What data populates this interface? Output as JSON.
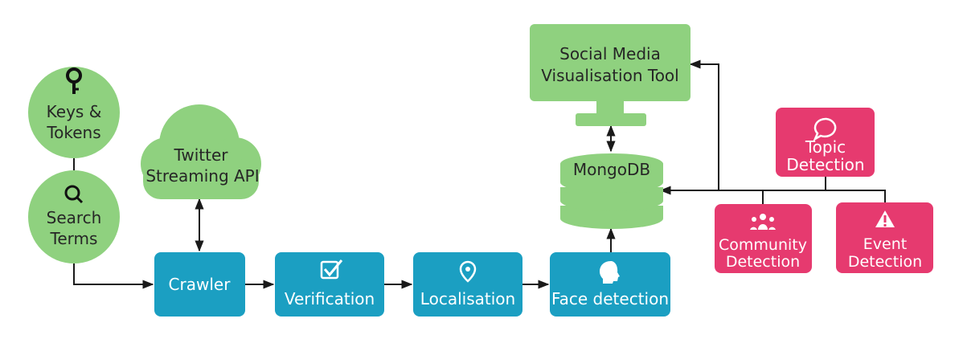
{
  "nodes": {
    "keys": {
      "line1": "Keys &",
      "line2": "Tokens",
      "color": "#8fd17f"
    },
    "search": {
      "line1": "Search",
      "line2": "Terms",
      "color": "#8fd17f"
    },
    "twitter": {
      "line1": "Twitter",
      "line2": "Streaming API",
      "color": "#8fd17f"
    },
    "crawler": {
      "label": "Crawler",
      "color": "#1b9fc2"
    },
    "verification": {
      "label": "Verification",
      "color": "#1b9fc2"
    },
    "localisation": {
      "label": "Localisation",
      "color": "#1b9fc2"
    },
    "face": {
      "label": "Face detection",
      "color": "#1b9fc2"
    },
    "mongodb": {
      "label": "MongoDB",
      "color": "#8fd17f"
    },
    "viz": {
      "line1": "Social Media",
      "line2": "Visualisation Tool",
      "color": "#8fd17f"
    },
    "topic": {
      "line1": "Topic",
      "line2": "Detection",
      "color": "#e63a6f"
    },
    "community": {
      "line1": "Community",
      "line2": "Detection",
      "color": "#e63a6f"
    },
    "event": {
      "line1": "Event",
      "line2": "Detection",
      "color": "#e63a6f"
    }
  },
  "icons": {
    "keys": "key-icon",
    "search": "magnifier-icon",
    "verification": "checkbox-icon",
    "localisation": "location-pin-icon",
    "face": "head-silhouette-icon",
    "topic": "speech-bubble-icon",
    "community": "people-group-icon",
    "event": "warning-triangle-icon"
  }
}
